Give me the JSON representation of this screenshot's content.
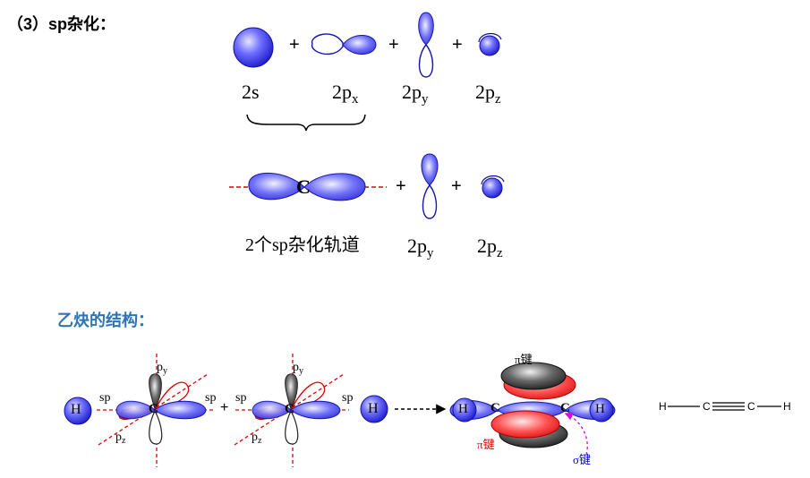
{
  "section_heading": "（3）sp杂化：",
  "orbital_row": {
    "labels": [
      {
        "main": "2s",
        "sub": ""
      },
      {
        "main": "2p",
        "sub": "x"
      },
      {
        "main": "2p",
        "sub": "y"
      },
      {
        "main": "2p",
        "sub": "z"
      }
    ],
    "plus": "+"
  },
  "hybrid_row": {
    "atom": "C",
    "hybrid_label": "2个sp杂化轨道",
    "labels": [
      {
        "main": "2p",
        "sub": "y"
      },
      {
        "main": "2p",
        "sub": "z"
      }
    ],
    "plus": "+"
  },
  "acetylene": {
    "heading": "乙炔的结构：",
    "hydrogen": "H",
    "carbon": "C",
    "sp": "sp",
    "py": {
      "main": "p",
      "sub": "y"
    },
    "pz": {
      "main": "p",
      "sub": "z"
    },
    "plus": "+",
    "pi_bond": "π键",
    "sigma_bond": "σ键",
    "formula": {
      "h": "H",
      "c": "C"
    }
  },
  "colors": {
    "blue_lobe": "#5A5AF0",
    "red_lobe": "#FF3A3A",
    "dark_lobe": "#333333",
    "dashed_red": "#E00000",
    "heading_blue": "#2E74B5",
    "sigma_arrow": "#E000E0",
    "sigma_label": "#0000E0"
  },
  "icons": [
    "s-orbital-sphere",
    "p-orbital-dumbbell",
    "sp-hybrid-lobes",
    "hydrogen-atom",
    "arrow-right"
  ]
}
